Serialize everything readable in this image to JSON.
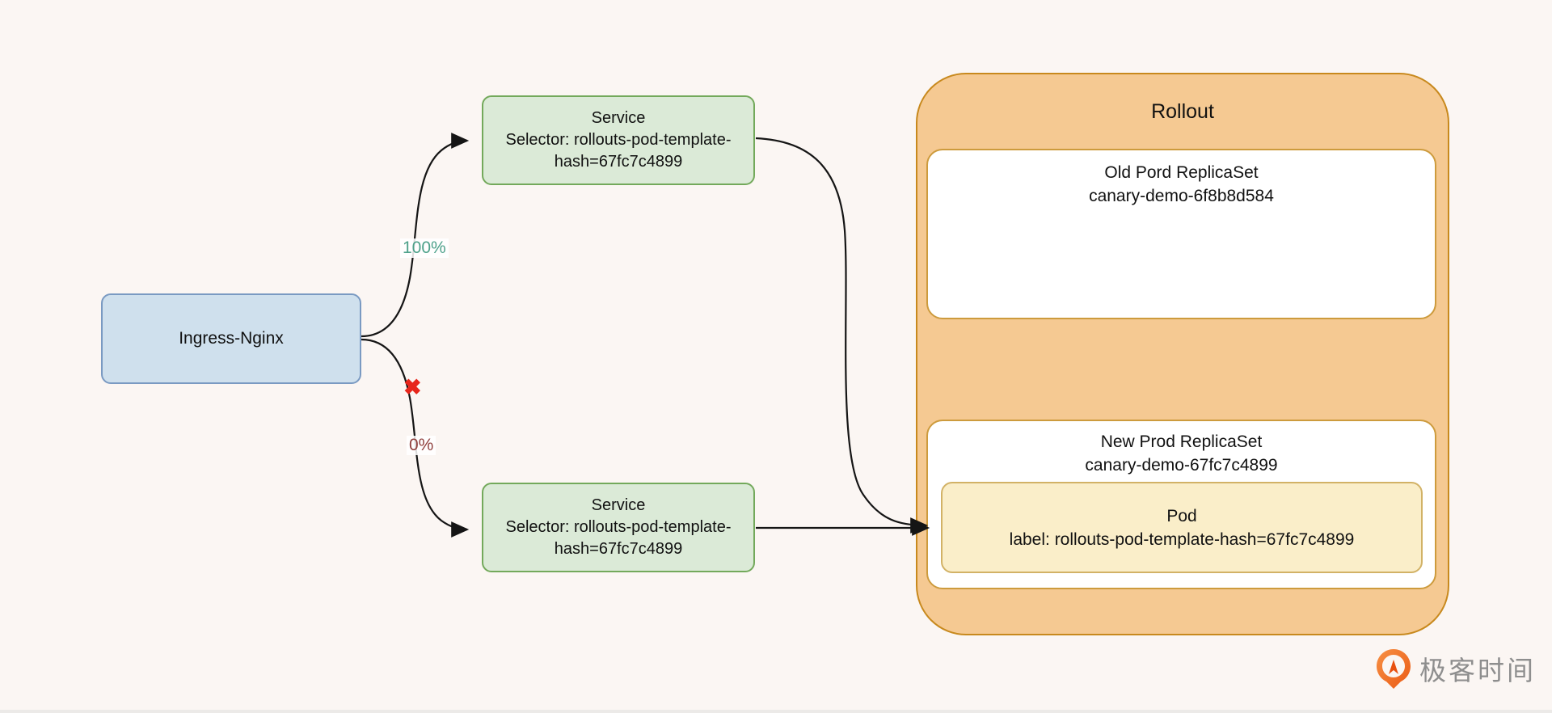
{
  "diagram": {
    "ingress": {
      "label": "Ingress-Nginx"
    },
    "service_canary": {
      "title": "Service",
      "selector_line1": "Selector: rollouts-pod-template-",
      "selector_line2": "hash=67fc7c4899"
    },
    "service_stable": {
      "title": "Service",
      "selector_line1": "Selector: rollouts-pod-template-",
      "selector_line2": "hash=67fc7c4899"
    },
    "weights": {
      "canary": "100%",
      "stable": "0%",
      "blocked_icon": "✖"
    },
    "rollout": {
      "title": "Rollout",
      "old_replicaset": {
        "title": "Old Pord ReplicaSet",
        "name": "canary-demo-6f8b8d584"
      },
      "new_replicaset": {
        "title": "New Prod ReplicaSet",
        "name": "canary-demo-67fc7c4899"
      },
      "pod": {
        "title": "Pod",
        "label": "label: rollouts-pod-template-hash=67fc7c4899"
      }
    }
  },
  "branding": {
    "logo_text": "极客时间"
  },
  "colors": {
    "background": "#fbf6f3",
    "ingress_fill": "#cfe0ed",
    "ingress_border": "#7a9ac2",
    "service_fill": "#dbead7",
    "service_border": "#73a95b",
    "rollout_fill": "#f5c992",
    "rollout_border": "#c8891d",
    "replicaset_fill": "#ffffff",
    "replicaset_border": "#cd9b3d",
    "pod_fill": "#faeec9",
    "pod_border": "#d2b266",
    "weight_canary_text": "#4da18a",
    "weight_stable_text": "#90403d",
    "blocked_x": "#e7261c",
    "arrow": "#151515",
    "logo_orange": "#f0752f",
    "logo_text_gray": "#8e8e8e"
  }
}
